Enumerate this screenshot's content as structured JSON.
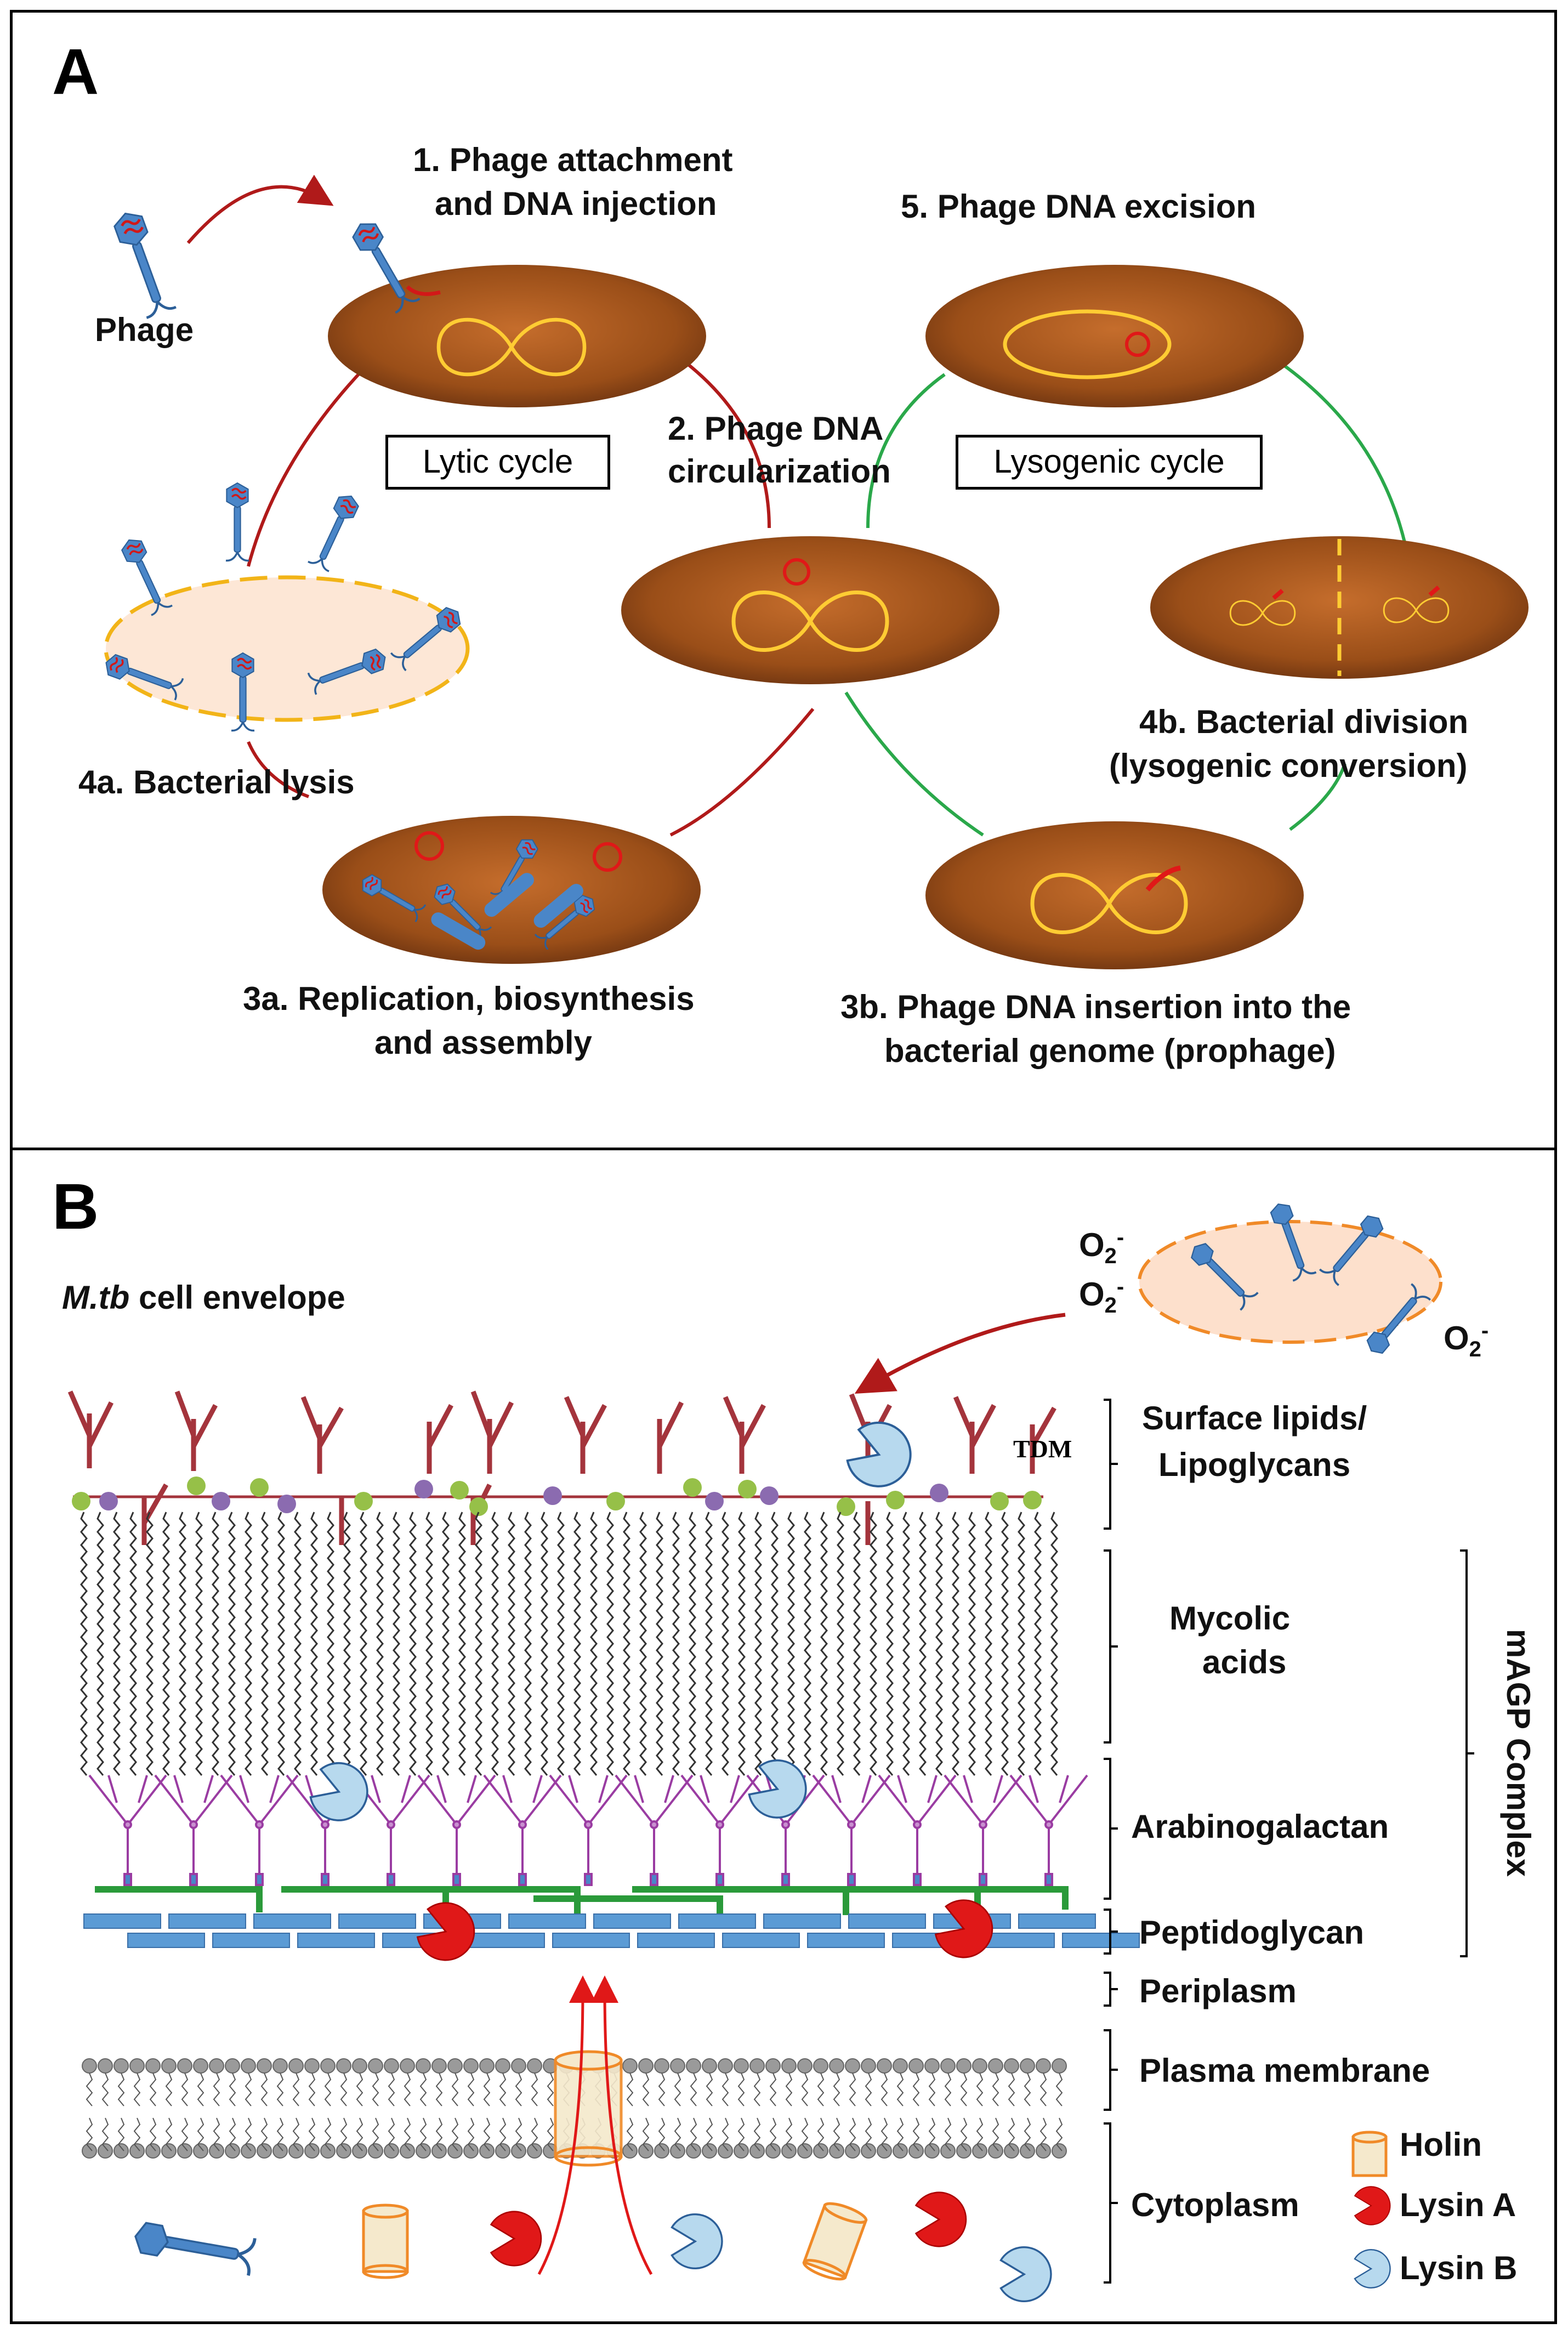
{
  "panel_a": {
    "letter": "A",
    "phage_label": "Phage",
    "step1": [
      "1. Phage attachment",
      "and DNA injection"
    ],
    "step2": [
      "2. Phage DNA",
      "circularization"
    ],
    "step3a": [
      "3a. Replication, biosynthesis",
      "and assembly"
    ],
    "step3b": [
      "3b. Phage DNA insertion into the",
      "bacterial genome (prophage)"
    ],
    "step4a": "4a. Bacterial lysis",
    "step4b": [
      "4b. Bacterial division",
      "(lysogenic conversion)"
    ],
    "step5": "5. Phage DNA excision",
    "lytic_cycle": "Lytic cycle",
    "lysogenic_cycle": "Lysogenic cycle"
  },
  "panel_b": {
    "letter": "B",
    "title_italic": "M.tb",
    "title_rest": " cell envelope",
    "oxygen": "O",
    "oxygen_sub": "2",
    "oxygen_sup": "-",
    "tdm": "TDM",
    "layers": {
      "surface": [
        "Surface lipids/",
        "Lipoglycans"
      ],
      "mycolic": [
        "Mycolic",
        "acids"
      ],
      "arabinogalactan": "Arabinogalactan",
      "peptidoglycan": "Peptidoglycan",
      "periplasm": "Periplasm",
      "plasma_membrane": "Plasma membrane",
      "cytoplasm": "Cytoplasm"
    },
    "complex_label": "mAGP Complex",
    "legend": {
      "holin": "Holin",
      "lysin_a": "Lysin A",
      "lysin_b": "Lysin B"
    }
  },
  "colors": {
    "cell_body": "#9a4e18",
    "dna": "#ffcc33",
    "lytic_path": "#b01a1a",
    "lysogenic_path": "#2aa84a",
    "phage": "#4a86c8",
    "lysin_a": "#e01818",
    "lysin_b": "#b7d9ee",
    "holin": "#f5e9cc"
  }
}
